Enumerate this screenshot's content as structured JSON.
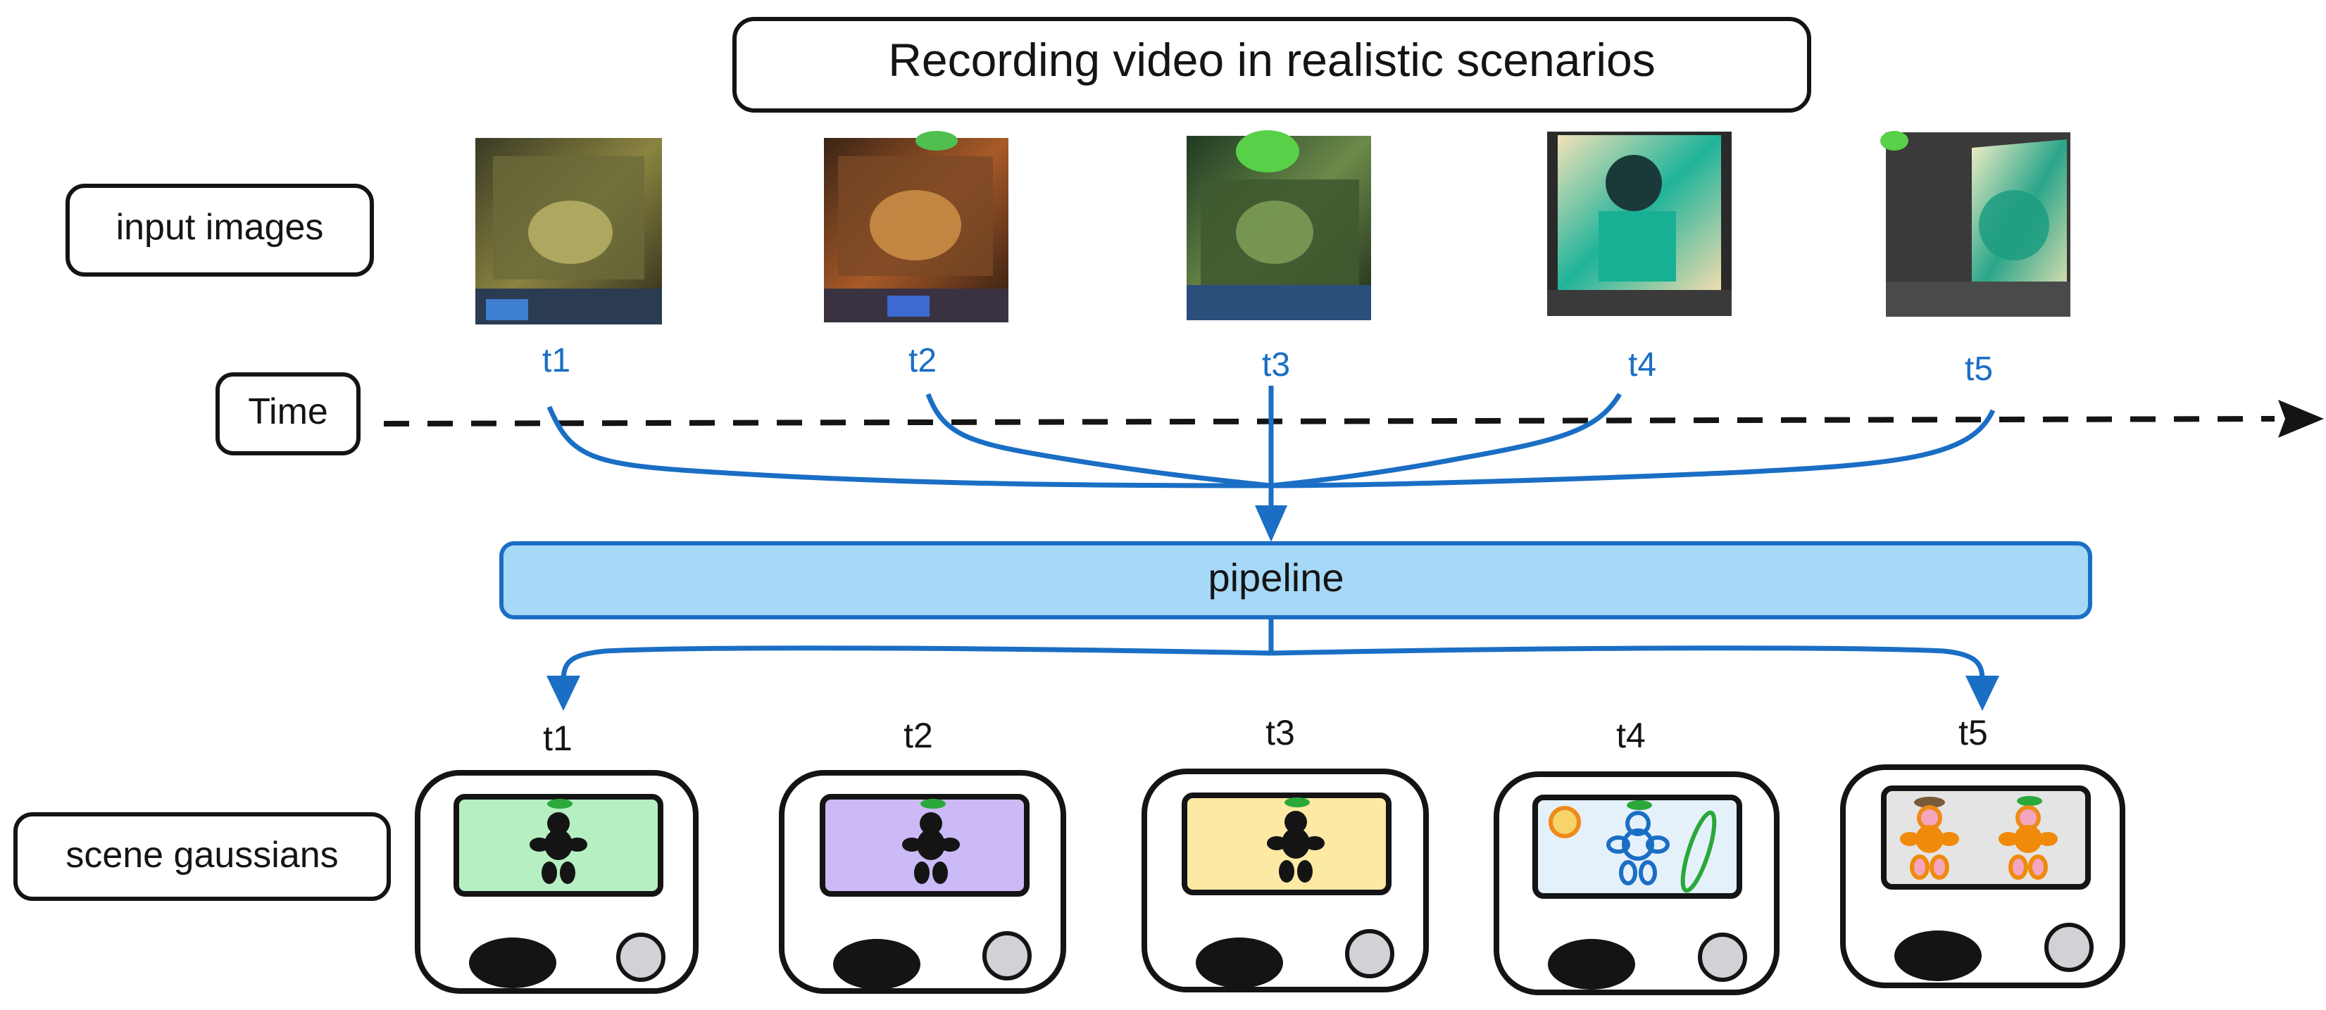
{
  "title": "Recording video in realistic scenarios",
  "row_labels": {
    "input_images": "input images",
    "time": "Time",
    "scene_gaussians": "scene gaussians"
  },
  "pipeline_label": "pipeline",
  "timesteps": [
    "t1",
    "t2",
    "t3",
    "t4",
    "t5"
  ],
  "frames": [
    {
      "id": "t1",
      "description_tone": "dark-yellow"
    },
    {
      "id": "t2",
      "description_tone": "dark-orange"
    },
    {
      "id": "t3",
      "description_tone": "dark-green"
    },
    {
      "id": "t4",
      "description_tone": "teal-anime"
    },
    {
      "id": "t5",
      "description_tone": "teal-light"
    }
  ],
  "scenes": [
    {
      "id": "t1",
      "screen_color": "#b5efc2"
    },
    {
      "id": "t2",
      "screen_color": "#cbbaf5"
    },
    {
      "id": "t3",
      "screen_color": "#fbe9a4"
    },
    {
      "id": "t4",
      "screen_color": "#e4f1fb"
    },
    {
      "id": "t5",
      "screen_color": "#e4e4e4"
    }
  ],
  "colors": {
    "accent_blue": "#1a6ec4",
    "pipeline_fill": "#a6d8f7",
    "ink": "#141414"
  }
}
